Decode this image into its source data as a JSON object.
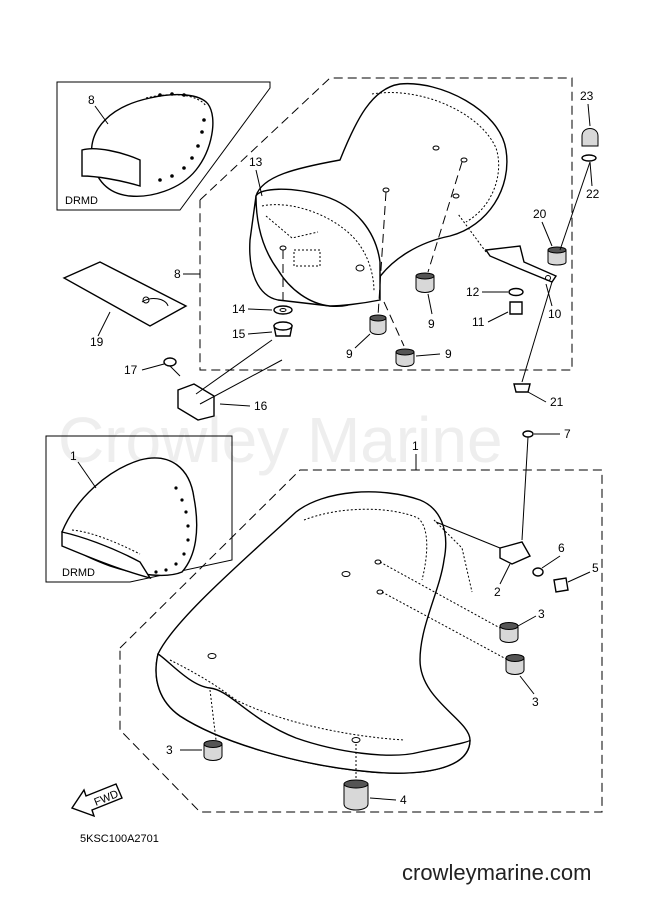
{
  "watermark": "Crowley Marine",
  "diagram_code": "5KSC100A2701",
  "website": "crowleymarine.com",
  "fwd_label": "FWD",
  "variant_label": "DRMD",
  "callouts": {
    "c1": "1",
    "c1b": "1",
    "c2": "2",
    "c3a": "3",
    "c3b": "3",
    "c3c": "3",
    "c4": "4",
    "c5": "5",
    "c6": "6",
    "c7": "7",
    "c8a": "8",
    "c8b": "8",
    "c9a": "9",
    "c9b": "9",
    "c9c": "9",
    "c10": "10",
    "c11": "11",
    "c12": "12",
    "c13": "13",
    "c14": "14",
    "c15": "15",
    "c16": "16",
    "c17": "17",
    "c19": "19",
    "c20": "20",
    "c21": "21",
    "c22": "22",
    "c23": "23"
  }
}
